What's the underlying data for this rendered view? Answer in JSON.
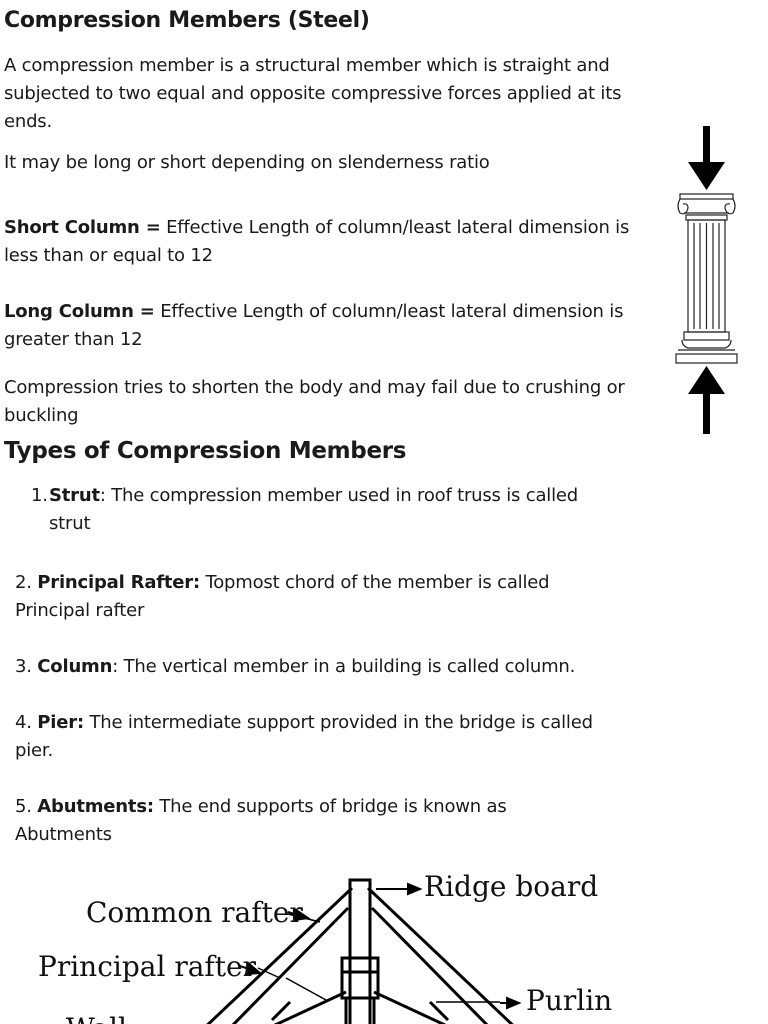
{
  "title": "Compression Members (Steel)",
  "intro": " A compression member is a structural member which is straight and subjected to two equal and opposite compressive forces applied at its ends.",
  "slenderness": "It may be long or short depending on slenderness ratio",
  "short_column": {
    "term": "Short Column =",
    "text": " Effective Length of column/least lateral dimension is less than or equal to 12"
  },
  "long_column": {
    "term": "Long Column =",
    "text": " Effective Length of column/least lateral dimension is greater than 12"
  },
  "compression_note": "Compression tries to shorten the body and may fail due to crushing or buckling",
  "types_heading": "Types of Compression Members",
  "types": [
    {
      "num": "1.",
      "term": "Strut",
      "text": ":  The compression member used in roof truss is called strut"
    },
    {
      "num": "2. ",
      "term": "Principal Rafter:",
      "text": " Topmost chord of the member is called Principal rafter"
    },
    {
      "num": "3. ",
      "term": "Column",
      "text": ": The vertical member in a building is called column."
    },
    {
      "num": "4. ",
      "term": "Pier:",
      "text": " The intermediate support provided in the bridge is called pier."
    },
    {
      "num": "5. ",
      "term": "Abutments:",
      "text": " The end supports of bridge is known as Abutments"
    }
  ],
  "figure_labels": {
    "ridge_board": "Ridge board",
    "common_rafter": "Common rafter",
    "principal_rafter": "Principal rafter",
    "purlin": "Purlin",
    "wall": "Wall"
  }
}
